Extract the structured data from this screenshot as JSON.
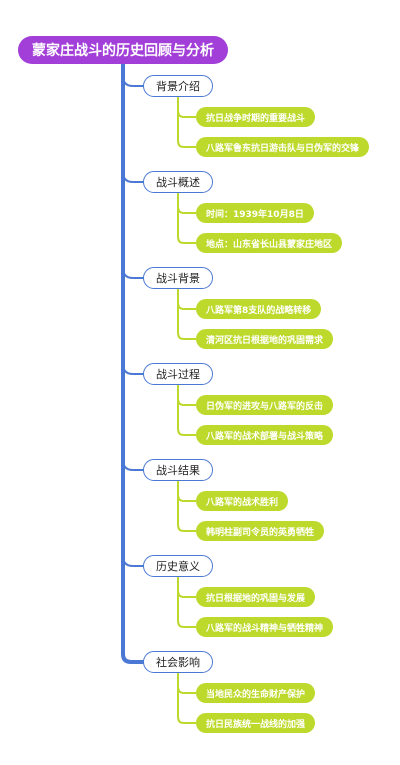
{
  "root": {
    "title": "蒙家庄战斗的历史回顾与分析"
  },
  "colors": {
    "root": "#a23fd8",
    "trunk": "#4a78d4",
    "section_border": "#4a78d4",
    "leaf": "#bdd92c"
  },
  "sections": [
    {
      "label": "背景介绍",
      "items": [
        "抗日战争时期的重要战斗",
        "八路军鲁东抗日游击队与日伪军的交锋"
      ]
    },
    {
      "label": "战斗概述",
      "items": [
        "时间：1939年10月8日",
        "地点：山东省长山县蒙家庄地区"
      ]
    },
    {
      "label": "战斗背景",
      "items": [
        "八路军第8支队的战略转移",
        "清河区抗日根据地的巩固需求"
      ]
    },
    {
      "label": "战斗过程",
      "items": [
        "日伪军的进攻与八路军的反击",
        "八路军的战术部署与战斗策略"
      ]
    },
    {
      "label": "战斗结果",
      "items": [
        "八路军的战术胜利",
        "韩明柱副司令员的英勇牺牲"
      ]
    },
    {
      "label": "历史意义",
      "items": [
        "抗日根据地的巩固与发展",
        "八路军的战斗精神与牺牲精神"
      ]
    },
    {
      "label": "社会影响",
      "items": [
        "当地民众的生命财产保护",
        "抗日民族统一战线的加强"
      ]
    }
  ]
}
